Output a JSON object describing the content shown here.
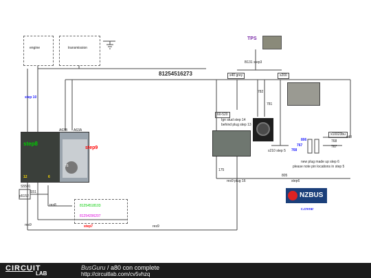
{
  "diagram": {
    "engine": "engine",
    "transmission": "transmission",
    "tps": "TPS",
    "b131": "B131 step3",
    "bus_number": "81254516273",
    "s40_grey": "s40 grey",
    "s200": "s200",
    "step10": "step 10",
    "a63b": "A63B",
    "a63a": "A63A",
    "step8": "step8",
    "step9": "step9",
    "num76": "76",
    "num12": "12",
    "num6": "6",
    "num782": "782",
    "num781": "781",
    "ign_stud": "Ign stud step 14",
    "behind_plug": "behind plug step 13",
    "num6020": "60-520",
    "num175": "175",
    "s210_step5": "s210 step 5",
    "res9_plug16": "res9 plug 16",
    "num805": "805",
    "step6": "step6",
    "num806": "806",
    "num767": "767",
    "num768": "768",
    "num768b": "768",
    "num767b": "767",
    "x10023bu": "x10023bu",
    "s40": "s40",
    "new_plug": "new plug made up step 6",
    "pin_locations": "please note pin locations in step 5",
    "s5501": "S5501",
    "s51": "S51",
    "p5152": "p5152",
    "res8": "res8",
    "code_green": "81254518103",
    "code_magenta": "81254296207",
    "step7": "step7",
    "res9": "res9",
    "res9b": "res9",
    "nzbus": "NZBUS",
    "credit": "c.crerar"
  },
  "footer": {
    "brand_top": "CIRCUIT",
    "brand_bottom": "LAB",
    "author": "BusGuru",
    "separator": " / ",
    "title": "a80 con complete",
    "url": "http://circuitlab.com/cv5vhzq"
  },
  "colors": {
    "wire": "#444444",
    "step_blue": "#1a1aff",
    "step_red": "#ff0000",
    "step_green": "#00cc00",
    "tps_purple": "#7a2aa8",
    "magenta": "#dd00dd",
    "footer_bg": "#1c1c1c"
  }
}
